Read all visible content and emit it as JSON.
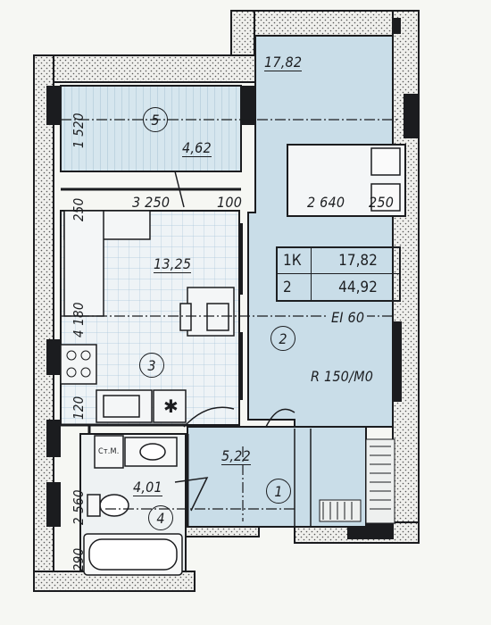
{
  "rooms": {
    "r1": {
      "number": "1",
      "area": "5,22"
    },
    "r2": {
      "number": "2",
      "area": "17,82"
    },
    "r3": {
      "number": "3",
      "area": "13,25"
    },
    "r4": {
      "number": "4",
      "area": "4,01"
    },
    "r5": {
      "number": "5",
      "area": "4,62"
    }
  },
  "summary_table": {
    "row1_key": "1К",
    "row1_val": "17,82",
    "row2_key": "2",
    "row2_val": "44,92"
  },
  "dimensions": {
    "d_1520": "1 520",
    "d_250_left": "250",
    "d_3250": "3 250",
    "d_100": "100",
    "d_2640": "2 640",
    "d_250_right": "250",
    "d_4180": "4 180",
    "d_120": "120",
    "d_2560": "2 560",
    "d_290": "290"
  },
  "annotations": {
    "ei60": "EI 60",
    "r150": "R 150/M0",
    "stm": "Ст.М."
  },
  "colors": {
    "room_blue": "#c9dde8",
    "wall": "#1b1c1f",
    "tile_line": "#a9c6da"
  }
}
